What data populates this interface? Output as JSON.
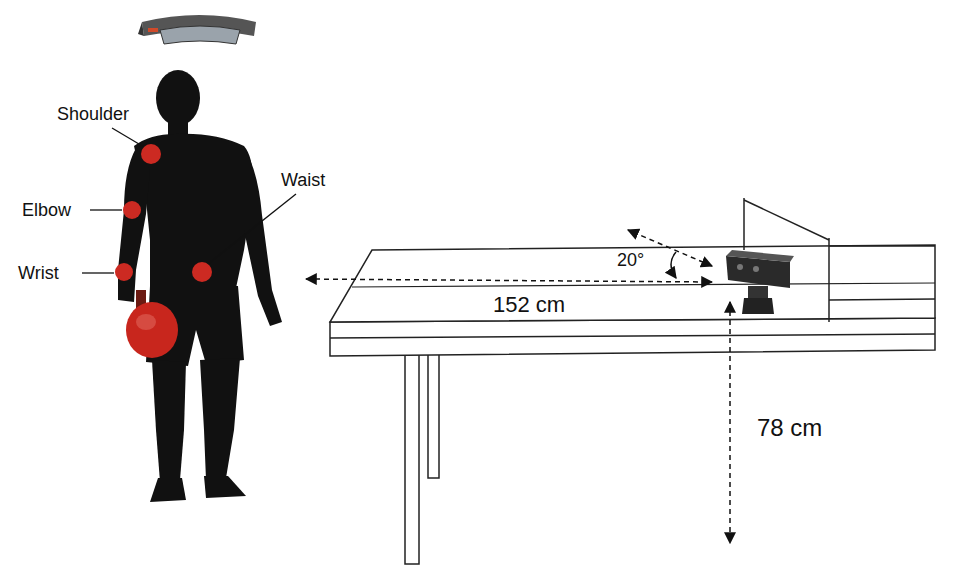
{
  "diagram": {
    "labels": [
      "Shoulder",
      "Elbow",
      "Wrist",
      "Waist",
      "20°",
      "152 cm",
      "78 cm"
    ]
  }
}
